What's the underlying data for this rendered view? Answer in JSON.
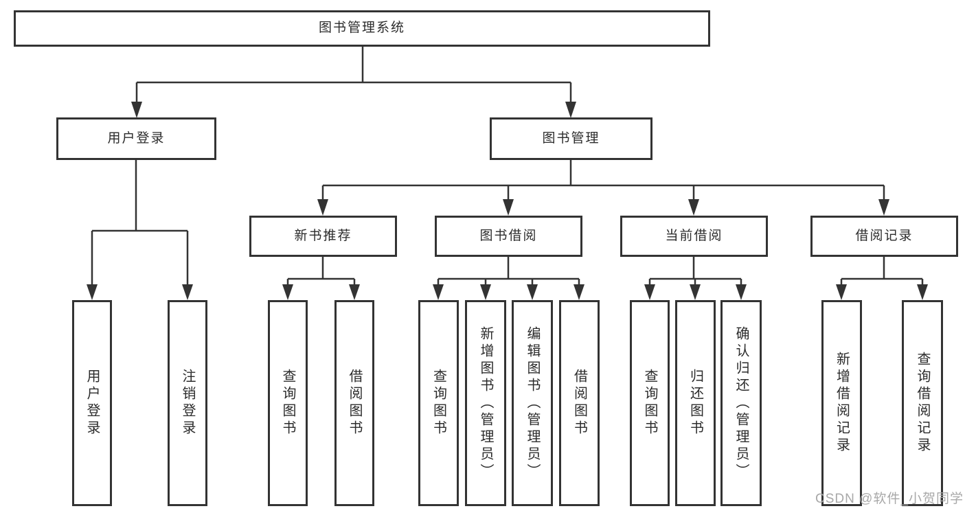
{
  "diagram": {
    "root": {
      "label": "图书管理系统"
    },
    "branches": [
      {
        "label": "用户登录",
        "children": [
          {
            "label": "用户登录"
          },
          {
            "label": "注销登录"
          }
        ]
      },
      {
        "label": "图书管理",
        "children": [
          {
            "label": "新书推荐",
            "children": [
              {
                "label": "查询图书"
              },
              {
                "label": "借阅图书"
              }
            ]
          },
          {
            "label": "图书借阅",
            "children": [
              {
                "label": "查询图书"
              },
              {
                "label": "新增图书（管理员）"
              },
              {
                "label": "编辑图书（管理员）"
              },
              {
                "label": "借阅图书"
              }
            ]
          },
          {
            "label": "当前借阅",
            "children": [
              {
                "label": "查询图书"
              },
              {
                "label": "归还图书"
              },
              {
                "label": "确认归还（管理员）"
              }
            ]
          },
          {
            "label": "借阅记录",
            "children": [
              {
                "label": "新增借阅记录"
              },
              {
                "label": "查询借阅记录"
              }
            ]
          }
        ]
      }
    ]
  },
  "watermark": {
    "text": "CSDN @软件_小贺同学"
  },
  "colors": {
    "line": "#333333",
    "box_border": "#333333",
    "text": "#2b2b2b",
    "watermark": "#a8a8a8",
    "background": "#ffffff"
  }
}
